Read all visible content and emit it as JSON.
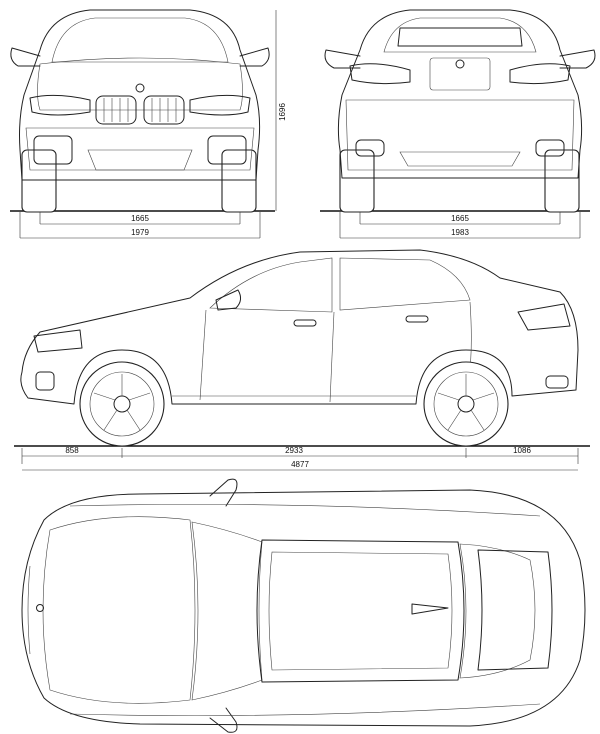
{
  "views": {
    "front": {
      "track": "1665",
      "width": "1979",
      "height": "1696"
    },
    "rear": {
      "track": "1665",
      "width": "1983"
    },
    "side": {
      "front_overhang": "858",
      "wheelbase": "2933",
      "rear_overhang": "1086",
      "length": "4877"
    },
    "top": {}
  }
}
